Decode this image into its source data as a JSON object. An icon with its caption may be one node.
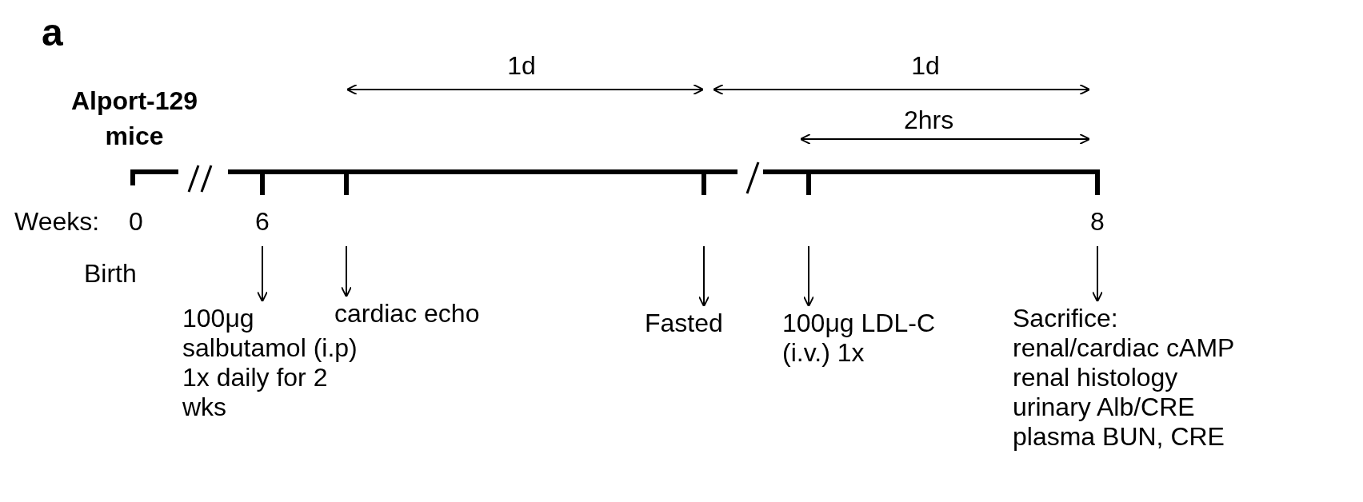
{
  "diagram": {
    "nodes": [
      {
        "text": [
          "100μg salbutamol (i.p) 1x daily for 2 wks"
        ]
      },
      {
        "text": [
          "cardiac echo"
        ]
      },
      {
        "text": [
          "Fasted"
        ]
      },
      {
        "text": [
          "100μg LDL-C (i.v.) 1x"
        ]
      },
      {
        "text": [
          "Sacrifice:",
          "renal/cardiac cAMP",
          "renal histology",
          "urinary Alb/CRE",
          "plasma BUN, CRE"
        ]
      }
    ],
    "edges": [
      {
        "from": null,
        "to": 0,
        "arrow": "to"
      },
      {
        "from": null,
        "to": 1,
        "arrow": "to"
      },
      {
        "from": null,
        "to": 2,
        "arrow": "to"
      },
      {
        "from": null,
        "to": 3,
        "arrow": "to"
      },
      {
        "from": null,
        "to": 4,
        "arrow": "to"
      }
    ],
    "labels": [
      "a",
      "1d",
      "1d",
      "Alport-129 mice",
      "2hrs",
      "Weeks:",
      "0",
      "6",
      "8",
      "Birth"
    ]
  }
}
